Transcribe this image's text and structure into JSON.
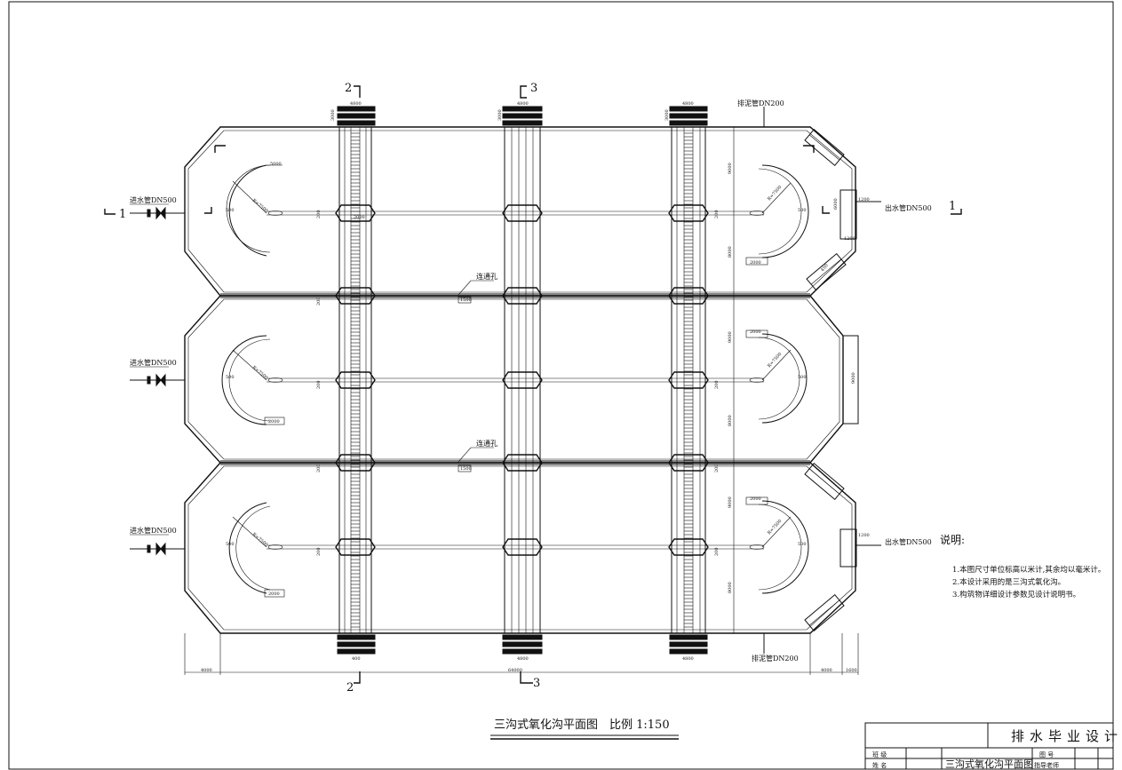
{
  "drawing": {
    "title": "三沟式氧化沟平面图",
    "scale": "比例 1:150",
    "inlet_label": "进水管DN500",
    "outlet_label": "出水管DN500",
    "sludge_pipe_label": "排泥管DN200",
    "connection_hole_label": "连通孔",
    "section_marks": {
      "one": "1",
      "two": "2",
      "three": "3"
    },
    "dimensions": {
      "overall": "64000",
      "left_end": "4000",
      "right_end_a": "4000",
      "right_end_b": "1600",
      "bridge_width": "4800",
      "bridge_width_short": "400",
      "bridge_depth": "3000",
      "radius": "R=7500",
      "baffle": "5000",
      "weir": "2000",
      "hole": "1500",
      "channel_a": "9000",
      "channel_b": "8000",
      "gap": "200",
      "outlet_box": "1200",
      "outlet_len": "1200",
      "outlet_h": "9000",
      "hub": "500",
      "d_small": "2000",
      "d_tank": "6000",
      "d_x": "450"
    },
    "notes_heading": "说明:",
    "notes": [
      "1.本图尺寸单位标高以米计,其余均以毫米计。",
      "2.本设计采用的是三沟式氧化沟。",
      "3.构筑物详细设计参数见设计说明书。"
    ]
  },
  "title_block": {
    "project": "排水毕业设计",
    "drawing_name": "三沟式氧化沟平面图",
    "class_label": "班 级",
    "name_label": "姓 名",
    "sheet_no_label": "图 号",
    "advisor_label": "指导老师"
  }
}
